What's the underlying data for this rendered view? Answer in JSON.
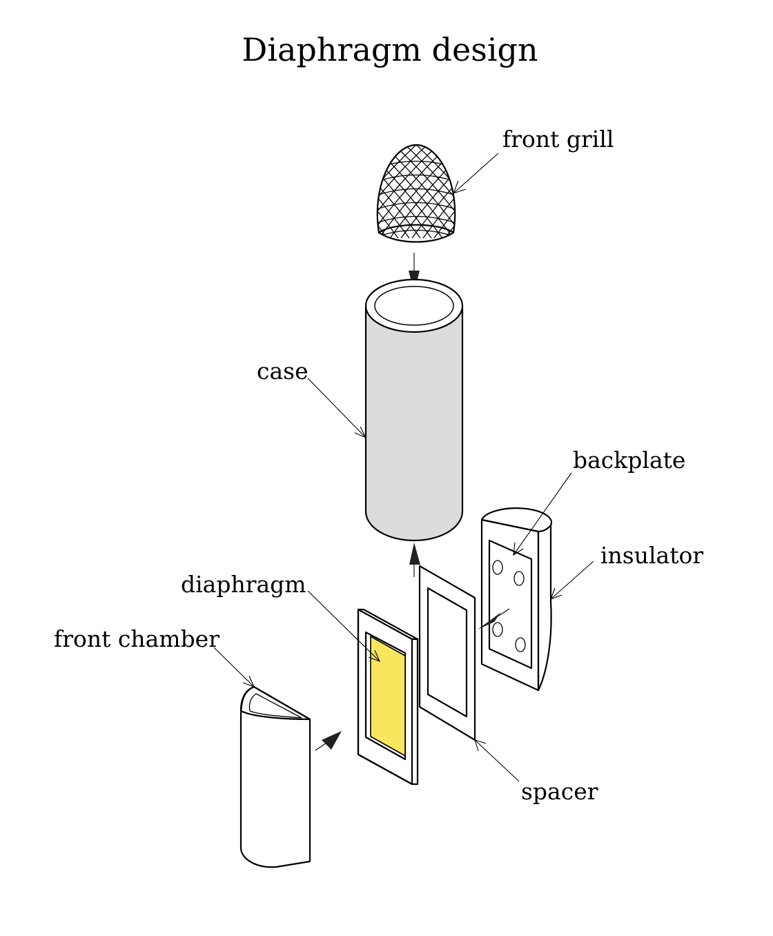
{
  "title": "Diaphragm design",
  "labels": {
    "front_grill": "front grill",
    "case": "case",
    "backplate": "backplate",
    "insulator": "insulator",
    "diaphragm": "diaphragm",
    "front_chamber": "front chamber",
    "spacer": "spacer"
  },
  "colors": {
    "case_fill": "#dcdcdc",
    "diaphragm_fill": "#f9e55e",
    "line": "#000000",
    "background": "#ffffff"
  }
}
